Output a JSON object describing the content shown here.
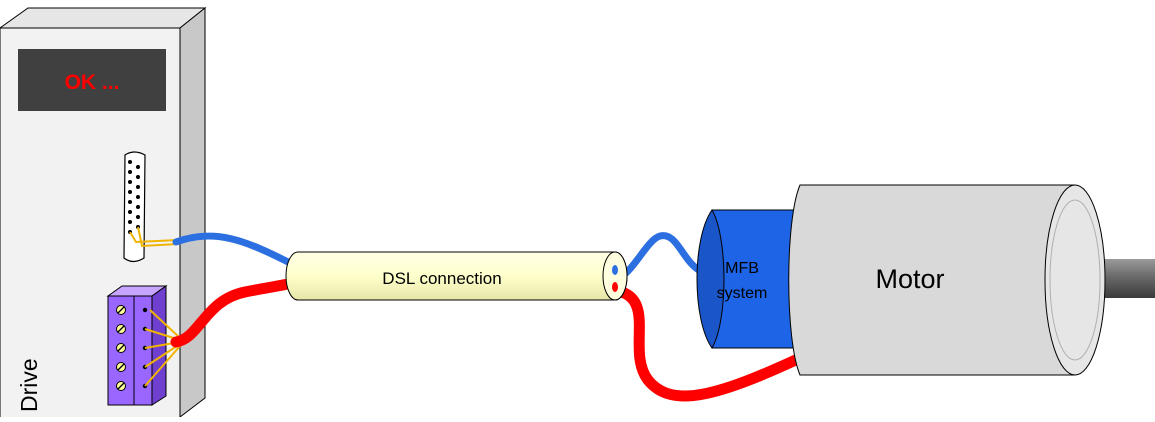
{
  "drive": {
    "label": "Drive",
    "display_text": "OK ...",
    "display_text_color": "#ff0000",
    "display_bg_color": "#404040"
  },
  "cable": {
    "label": "DSL connection",
    "color": "#ffffcc"
  },
  "mfb": {
    "line1": "MFB",
    "line2": "system",
    "color": "#1e64e6"
  },
  "motor": {
    "label": "Motor",
    "color": "#d9d9d9"
  },
  "wires": {
    "signal_color": "#2b6fe0",
    "power_color": "#ff0000",
    "lead_color": "#f0b400"
  },
  "terminal_block": {
    "color": "#9966ff"
  }
}
